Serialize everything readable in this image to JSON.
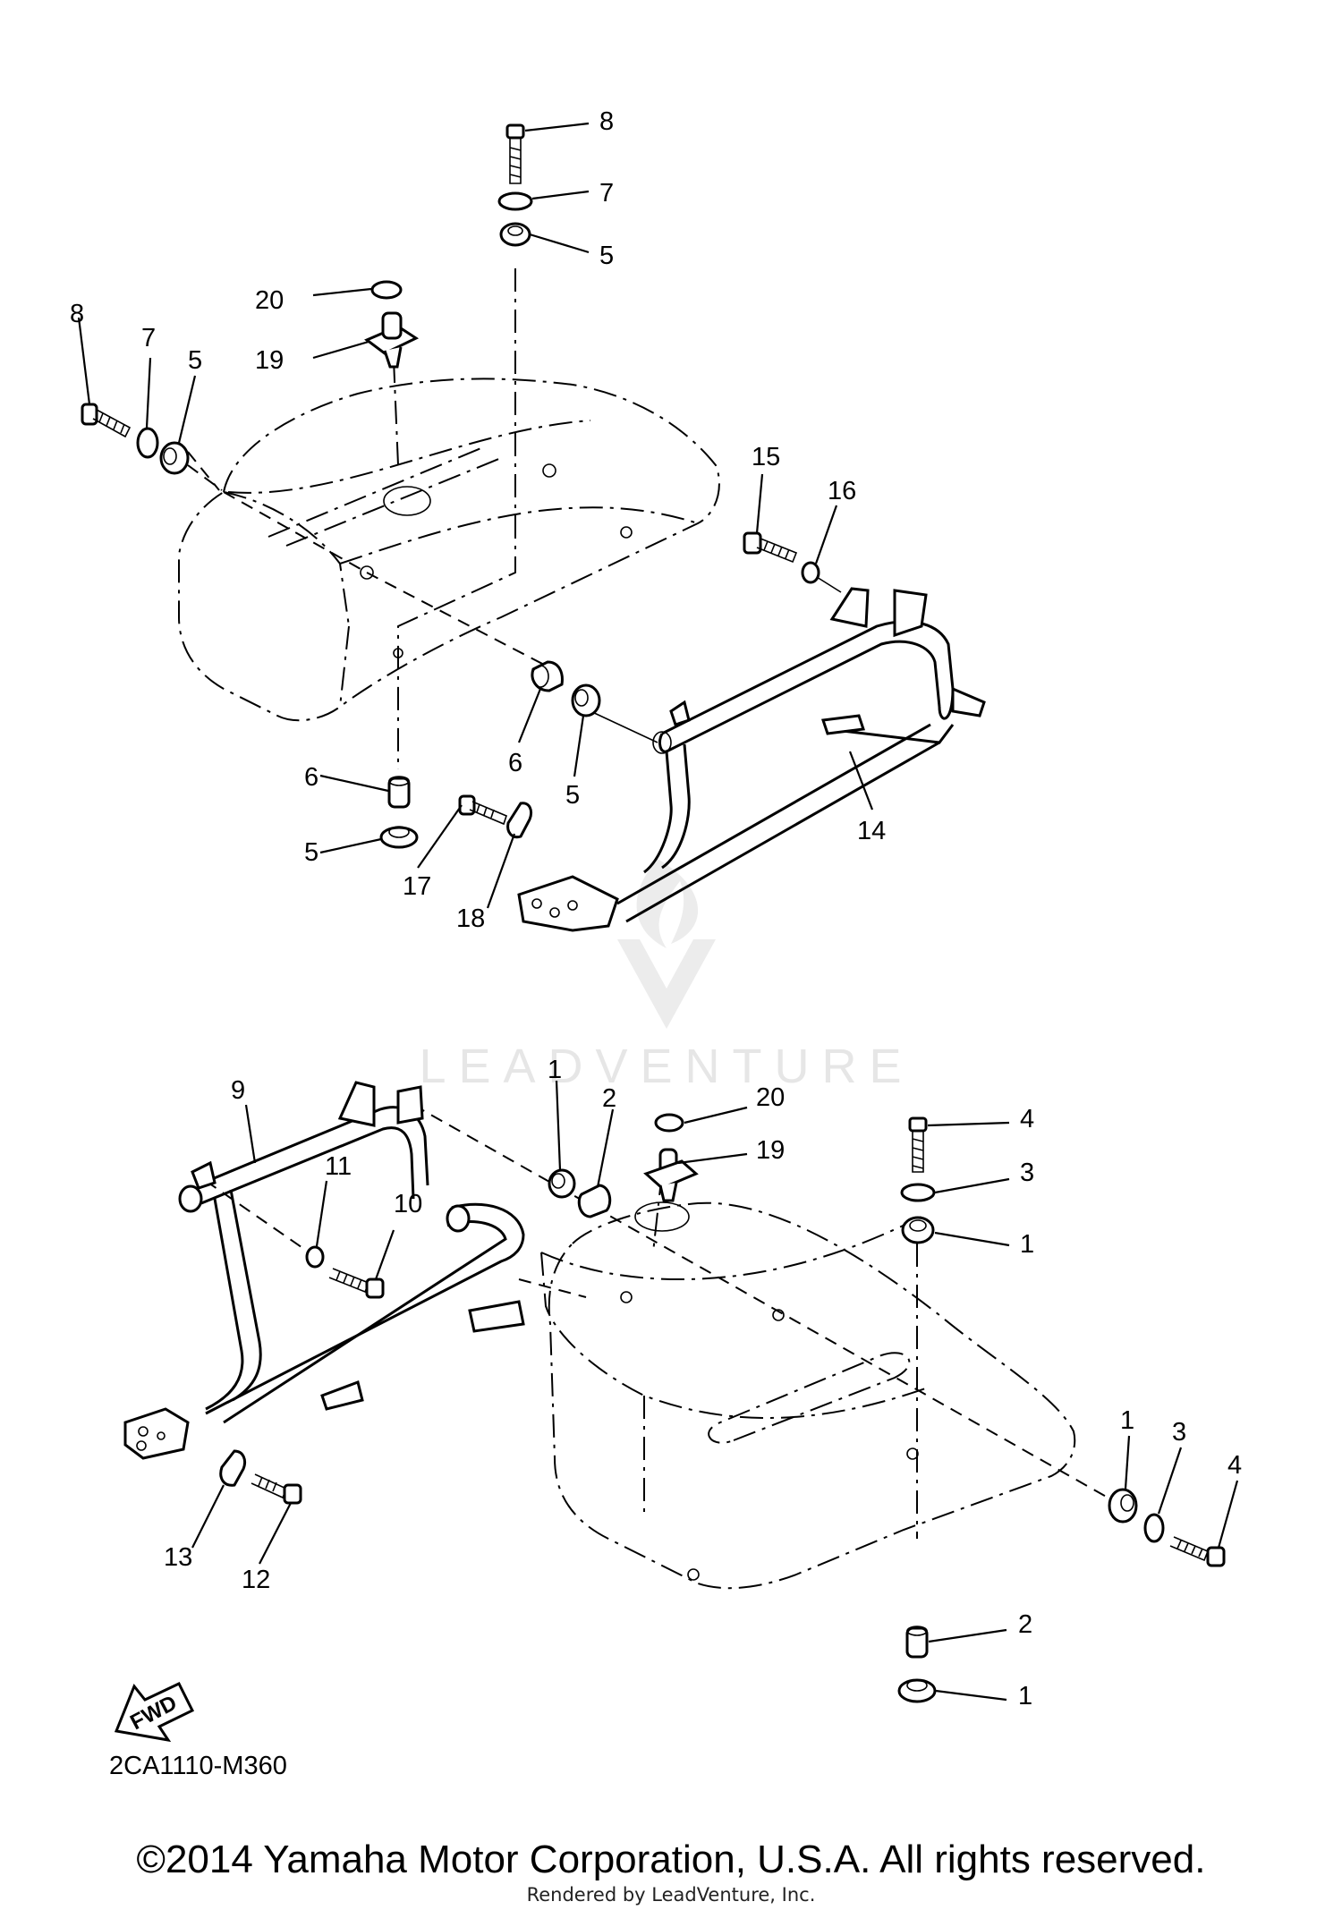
{
  "diagram_code": "2CA1110-M360",
  "copyright": "©2014 Yamaha Motor Corporation, U.S.A. All rights reserved.",
  "rendered_by": "Rendered by LeadVenture, Inc.",
  "watermark_text": "LEADVENTURE",
  "fwd_label": "FWD",
  "callouts_top": [
    "8",
    "7",
    "5",
    "20",
    "19",
    "8",
    "7",
    "5",
    "15",
    "16",
    "6",
    "5",
    "14",
    "6",
    "5",
    "17",
    "18"
  ],
  "callouts_bottom": [
    "9",
    "1",
    "2",
    "20",
    "19",
    "4",
    "3",
    "1",
    "11",
    "10",
    "1",
    "3",
    "4",
    "13",
    "12",
    "2",
    "1"
  ]
}
